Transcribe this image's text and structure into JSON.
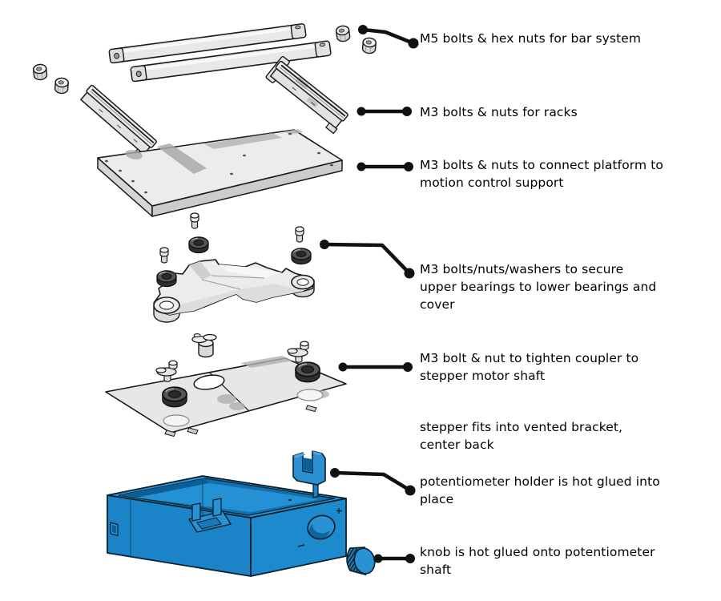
{
  "diagram": {
    "kind": "exploded-assembly-diagram",
    "background": "#ffffff",
    "colors": {
      "part_gray": "#ececec",
      "part_gray_shade": "#d6d6d6",
      "smudge_gray": "#ababab",
      "washer_dark": "#4f4f4f",
      "outline_dark": "#1a1a1a",
      "blue_main": "#1e87cd",
      "blue_rim": "#2e94d6",
      "blue_dark": "#0d5d96",
      "callout_black": "#111111"
    },
    "parts": [
      "square-bar",
      "m5-hex-nut",
      "rack-rail",
      "platform-plate",
      "m3-bolt",
      "m3-washer",
      "upper-bearing-bracket",
      "shaft-coupler",
      "bolt-nut-stack",
      "lower-bearing",
      "cover-plate",
      "stepper-box",
      "stepper-bracket",
      "potentiometer-holder",
      "potentiometer-knob"
    ],
    "callouts": [
      {
        "id": "bar-system",
        "label": "M5 bolts & hex nuts for bar system"
      },
      {
        "id": "racks",
        "label": "M3 bolts & nuts for racks"
      },
      {
        "id": "platform",
        "label": "M3 bolts & nuts to connect platform to\nmotion control support"
      },
      {
        "id": "bearings",
        "label": "M3 bolts/nuts/washers to secure\nupper bearings to lower bearings and\ncover"
      },
      {
        "id": "coupler",
        "label": "M3 bolt & nut to tighten coupler to\nstepper motor shaft"
      },
      {
        "id": "stepper",
        "label": "stepper fits into vented bracket,\ncenter back"
      },
      {
        "id": "pot-holder",
        "label": "potentiometer holder is hot glued into\nplace"
      },
      {
        "id": "knob",
        "label": "knob is hot glued onto potentiometer\nshaft"
      }
    ]
  }
}
